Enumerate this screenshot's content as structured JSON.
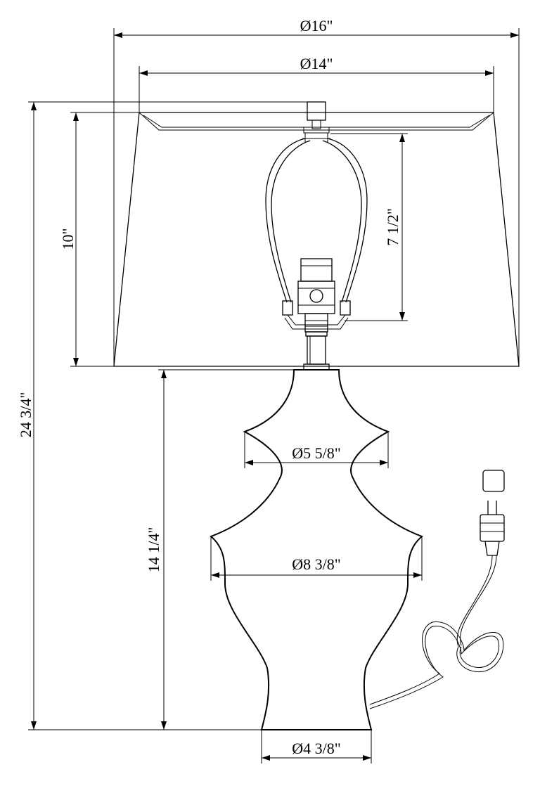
{
  "dimensions": {
    "shade_top_outer": "Ø16\"",
    "shade_top_inner": "Ø14\"",
    "shade_height": "10\"",
    "harp_height": "7 1/2\"",
    "total_height": "24 3/4\"",
    "base_height": "14 1/4\"",
    "neck_diameter": "Ø5 5/8\"",
    "body_diameter": "Ø8 3/8\"",
    "foot_diameter": "Ø4 3/8\""
  }
}
